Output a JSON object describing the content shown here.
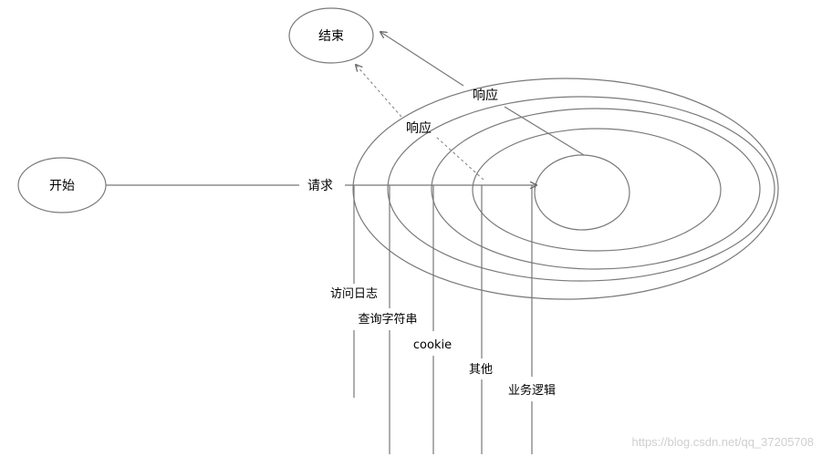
{
  "nodes": {
    "start": "开始",
    "end": "结束"
  },
  "edges": {
    "request": "请求",
    "response_outer": "响应",
    "response_inner": "响应"
  },
  "layers": [
    "访问日志",
    "查询字符串",
    "cookie",
    "其他",
    "业务逻辑"
  ],
  "watermark": "https://blog.csdn.net/qq_37205708",
  "colors": {
    "stroke": "#7a7a7a",
    "line": "#777777",
    "text": "#000000",
    "background": "#ffffff",
    "watermark": "#cfcfcf"
  }
}
